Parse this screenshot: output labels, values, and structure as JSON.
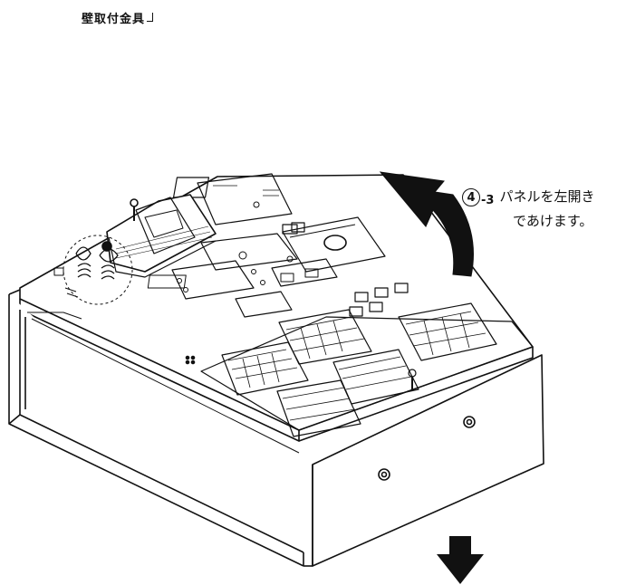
{
  "labels": {
    "bracket_title": "壁取付金具",
    "step_number": "4",
    "step_sub": "-3",
    "step_line1": "パネルを左開き",
    "step_line2": "であけます。"
  },
  "colors": {
    "ink": "#111111",
    "paper": "#ffffff"
  },
  "icons": [
    "curved-arrow-up-left",
    "arrow-down"
  ]
}
